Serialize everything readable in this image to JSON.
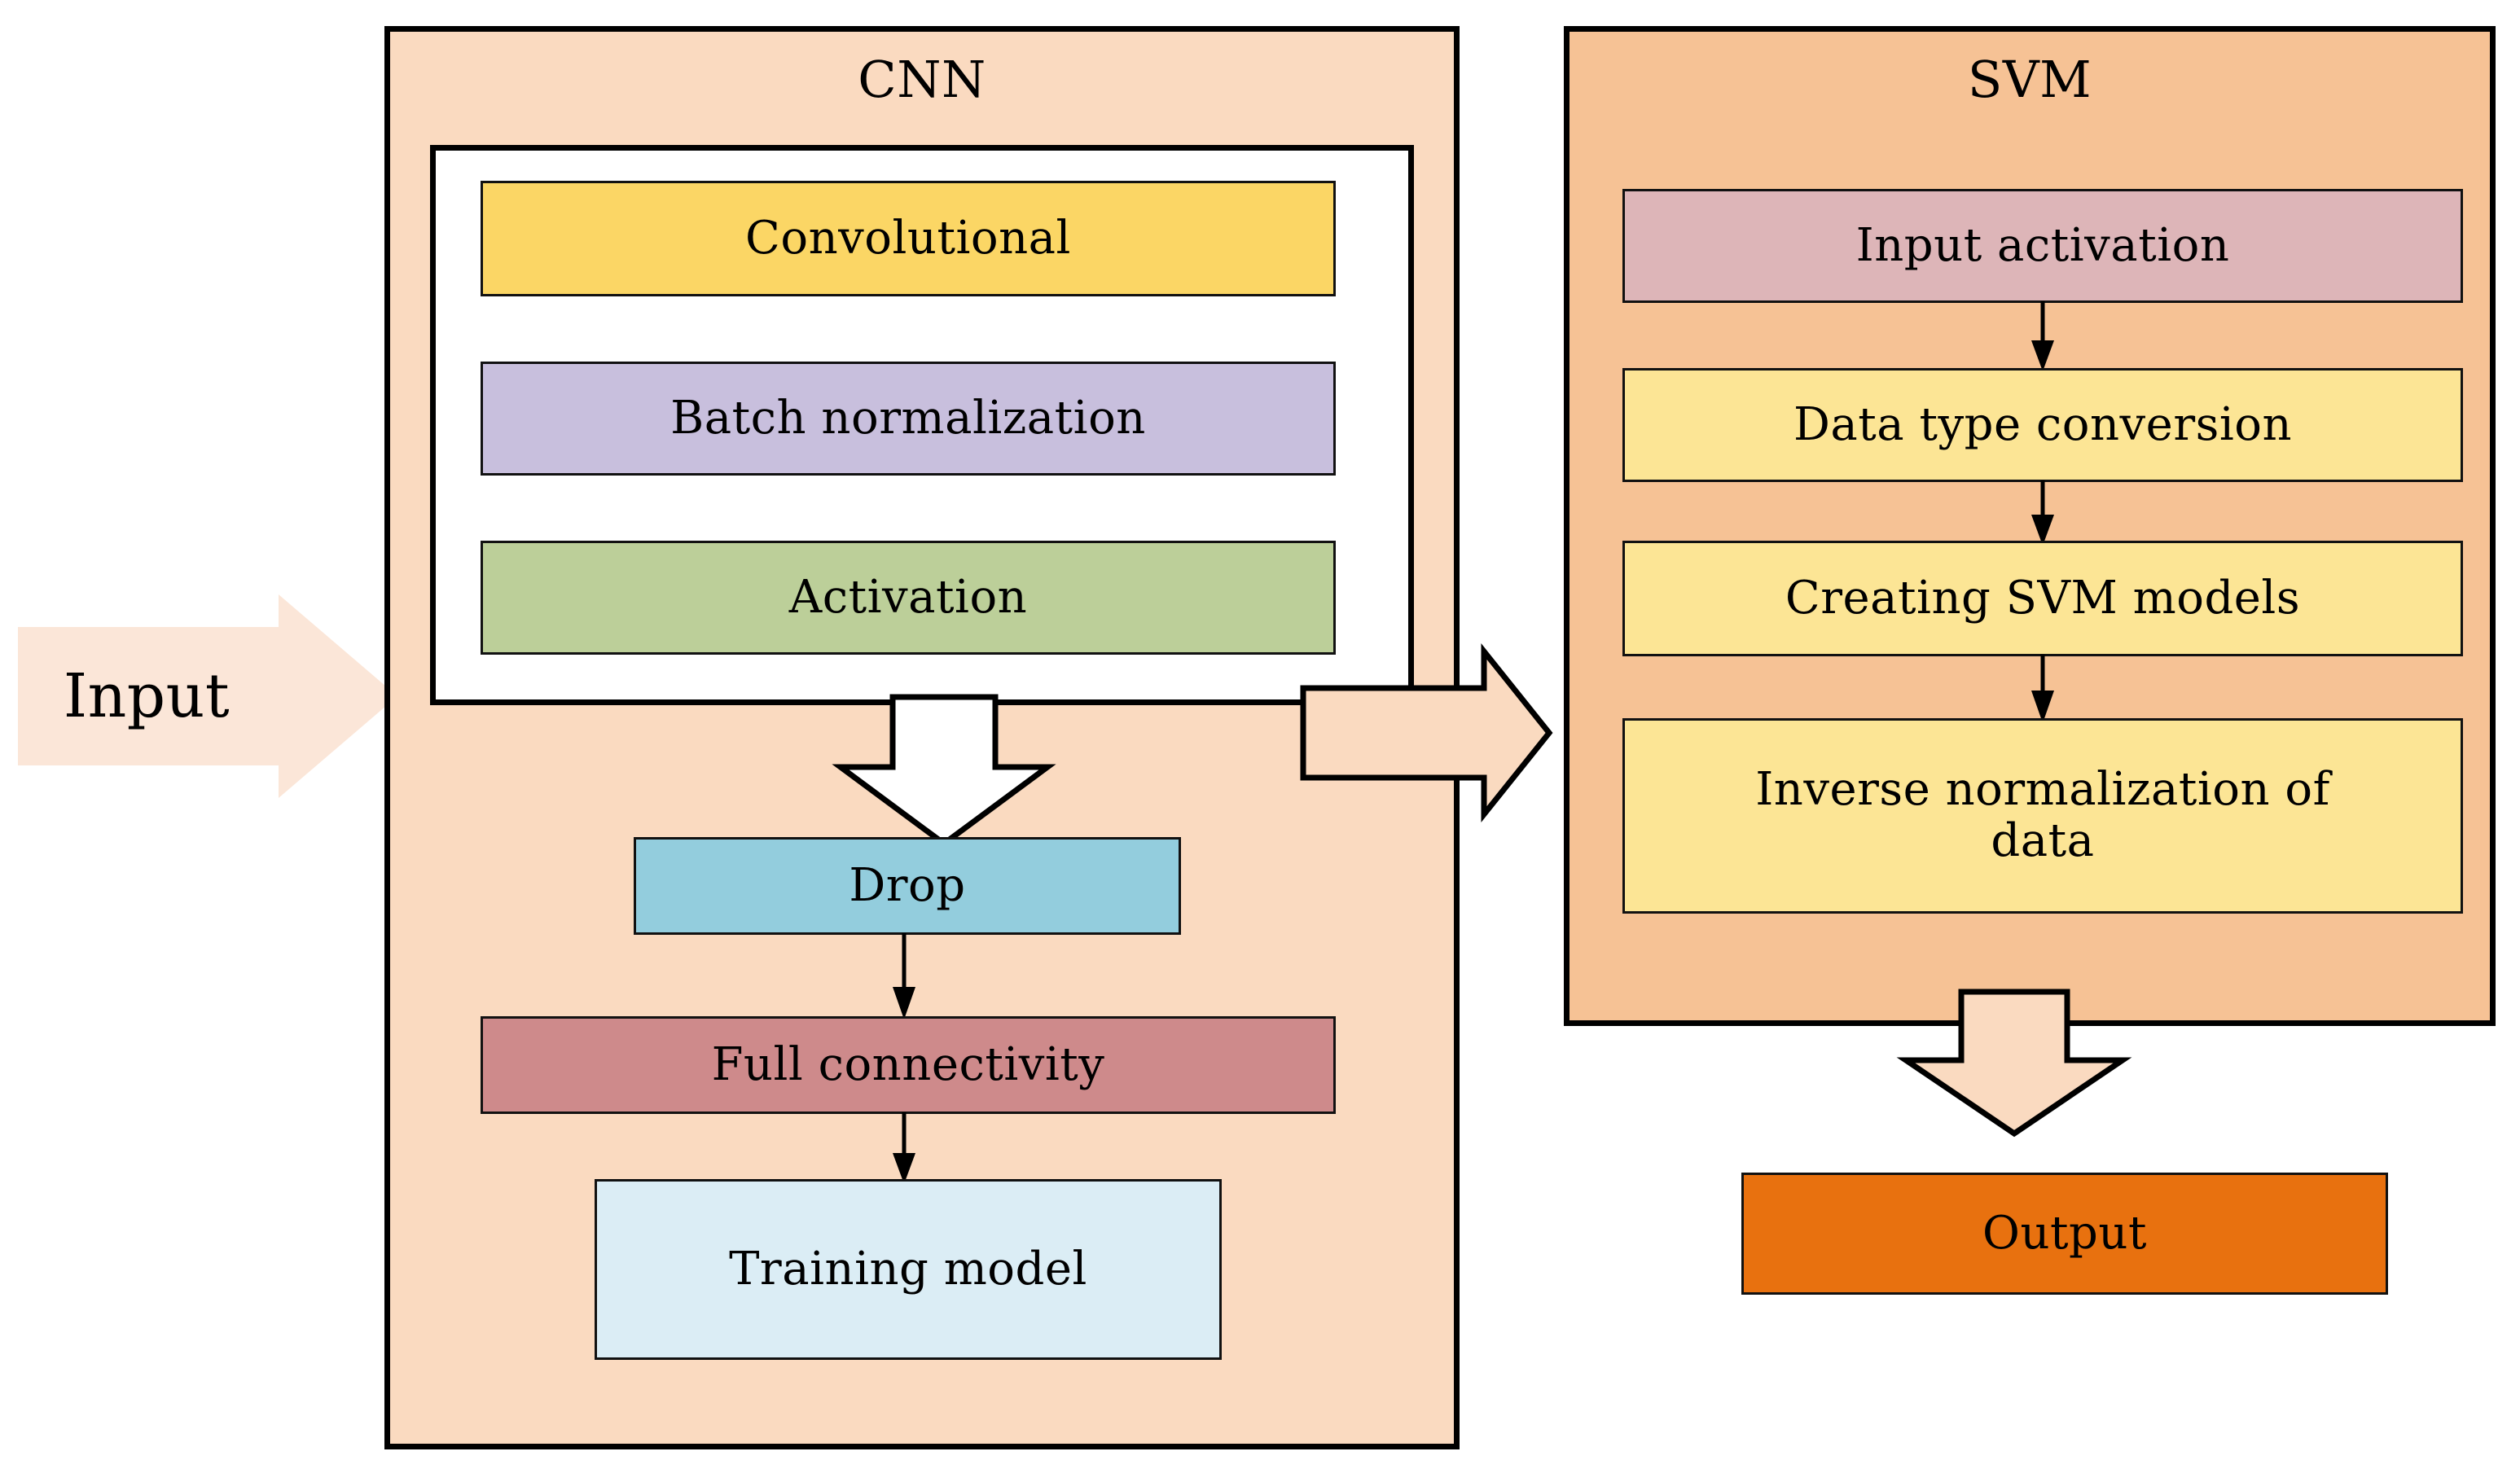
{
  "diagram": {
    "title_cnn": "CNN",
    "title_svm": "SVM",
    "input_label": "Input",
    "output_label": "Output"
  },
  "cnn": {
    "title": "CNN",
    "inner_layers": [
      {
        "id": "convolutional",
        "label": "Convolutional",
        "color": "#FBD665"
      },
      {
        "id": "batch-normalization",
        "label": "Batch normalization",
        "color": "#C8BFDD"
      },
      {
        "id": "activation",
        "label": "Activation",
        "color": "#BCCF99"
      }
    ],
    "lower_boxes": [
      {
        "id": "drop",
        "label": "Drop",
        "color": "#93CDDD"
      },
      {
        "id": "full-connectivity",
        "label": "Full connectivity",
        "color": "#CE8A8B"
      },
      {
        "id": "training-model",
        "label": "Training model",
        "color": "#DBEDF5"
      }
    ],
    "panel_color": "#FADAC0"
  },
  "svm": {
    "title": "SVM",
    "steps": [
      {
        "id": "input-activation",
        "label": "Input activation",
        "color": "#DDB5B8"
      },
      {
        "id": "data-type-conversion",
        "label": "Data type conversion",
        "color": "#FCE595"
      },
      {
        "id": "creating-svm-models",
        "label": "Creating SVM models",
        "color": "#FCE595"
      },
      {
        "id": "inverse-normalization-data",
        "label": "Inverse normalization of\ndata",
        "color": "#FCE595"
      }
    ],
    "panel_color": "#F6C295"
  },
  "input": {
    "label": "Input",
    "color": "#FBE6D8"
  },
  "output": {
    "label": "Output",
    "color": "#E8710F"
  },
  "connectors": {
    "cnn_internal_to_drop": "block-arrow-down",
    "drop_to_full_connectivity": "thin-arrow-down",
    "full_connectivity_to_training": "thin-arrow-down",
    "cnn_to_svm": "block-arrow-right",
    "svm_to_output": "block-arrow-down",
    "input_to_cnn": "block-arrow-right",
    "input_activation_to_conversion": "thin-arrow-down",
    "conversion_to_models": "thin-arrow-down",
    "models_to_inverse": "thin-arrow-down"
  }
}
